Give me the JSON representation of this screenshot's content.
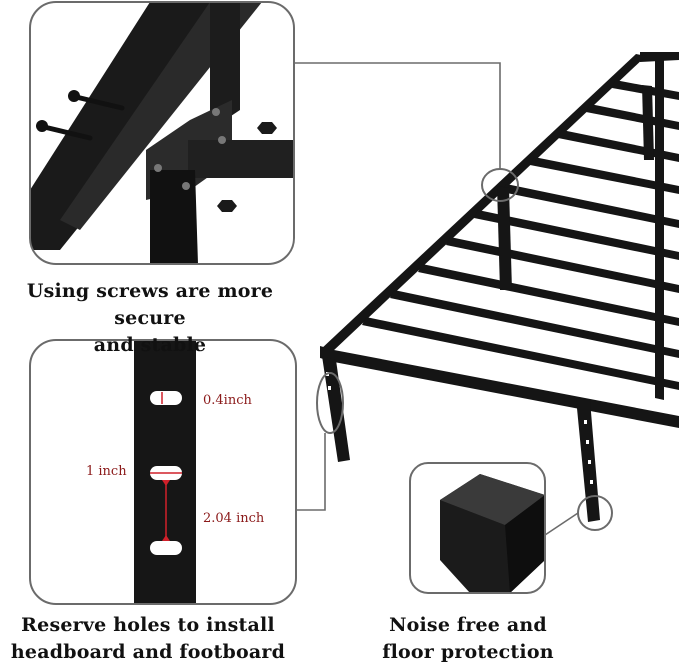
{
  "captions": {
    "screws": {
      "line1": "Using screws are more secure",
      "line2": "and stable"
    },
    "holes": {
      "line1": "Reserve holes to install",
      "line2": "headboard and footboard"
    },
    "noise": {
      "line1": "Noise free and",
      "line2": "floor protection"
    }
  },
  "measurements": {
    "hole_height": "0.4inch",
    "hole_width": "1 inch",
    "hole_spacing": "2.04 inch"
  },
  "colors": {
    "frame": "#151515",
    "measure_text": "#8b1a1a",
    "callout_border": "#6b6b6b",
    "measure_line": "#d0202a"
  }
}
